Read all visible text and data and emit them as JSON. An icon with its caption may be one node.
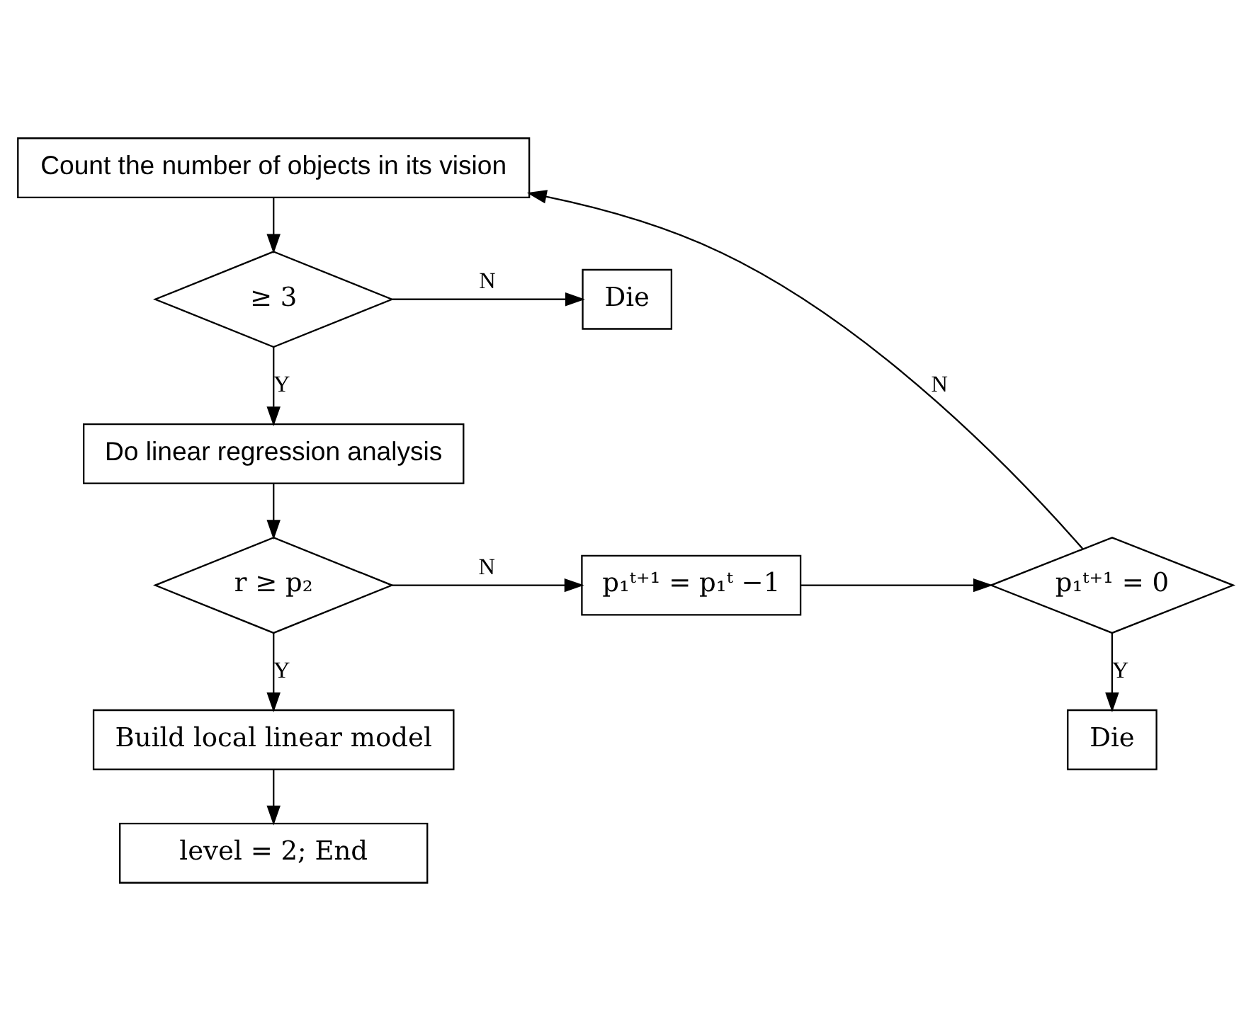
{
  "diagram": {
    "nodes": [
      {
        "text": [
          "Count the number of objects in its vision"
        ]
      },
      {
        "text": [
          "≥ 3"
        ]
      },
      {
        "text": [
          "Die"
        ]
      },
      {
        "text": [
          "Do linear regression analysis"
        ]
      },
      {
        "text": [
          "r ≥ p₂"
        ]
      },
      {
        "text": [
          "p₁ᵗ⁺¹ = p₁ᵗ −1"
        ]
      },
      {
        "text": [
          "p₁ᵗ⁺¹ = 0"
        ]
      },
      {
        "text": [
          "Die"
        ]
      },
      {
        "text": [
          "Build local linear model"
        ]
      },
      {
        "text": [
          "level = 2; End"
        ]
      }
    ],
    "edges": [
      {
        "from": 0,
        "to": 1,
        "arrow": "to"
      },
      {
        "from": 1,
        "to": 2,
        "arrow": "to",
        "label": "N"
      },
      {
        "from": 1,
        "to": 3,
        "arrow": "to",
        "label": "Y"
      },
      {
        "from": 3,
        "to": 4,
        "arrow": "to"
      },
      {
        "from": 4,
        "to": 5,
        "arrow": "to",
        "label": "N"
      },
      {
        "from": 5,
        "to": 6,
        "arrow": "to"
      },
      {
        "from": 6,
        "to": 0,
        "arrow": "to",
        "label": "N"
      },
      {
        "from": 6,
        "to": 7,
        "arrow": "to",
        "label": "Y"
      },
      {
        "from": 4,
        "to": 8,
        "arrow": "to",
        "label": "Y"
      },
      {
        "from": 8,
        "to": 9,
        "arrow": "to"
      }
    ]
  }
}
